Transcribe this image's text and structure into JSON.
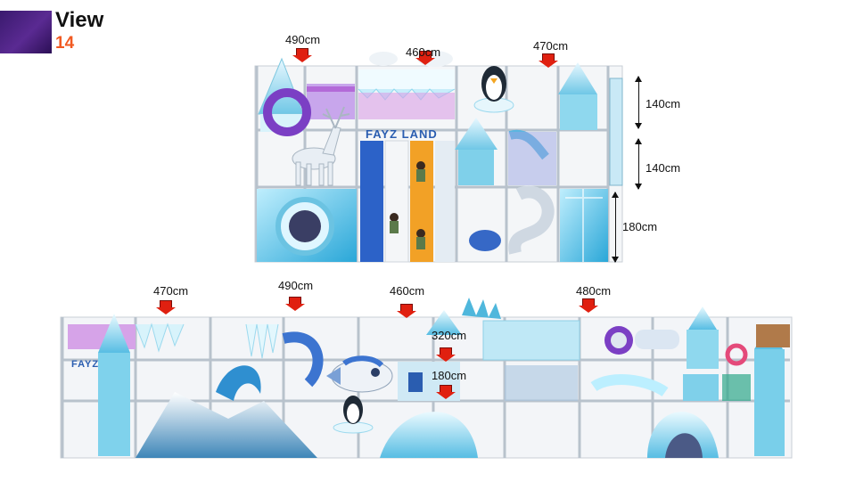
{
  "header": {
    "title": "View",
    "number": "14"
  },
  "top_view": {
    "sign": "FAYZ LAND",
    "heights": [
      "490cm",
      "460cm",
      "470cm"
    ],
    "levels": [
      "140cm",
      "140cm",
      "180cm"
    ]
  },
  "bottom_view": {
    "sign": "FAYZ",
    "heights": [
      "470cm",
      "490cm",
      "460cm",
      "480cm"
    ],
    "inner_levels": [
      "320cm",
      "180cm"
    ]
  },
  "colors": {
    "accent": "#f15a22",
    "arrow": "#e02010",
    "ice": "#8fd8ee",
    "purple": "#7b3fc4"
  }
}
